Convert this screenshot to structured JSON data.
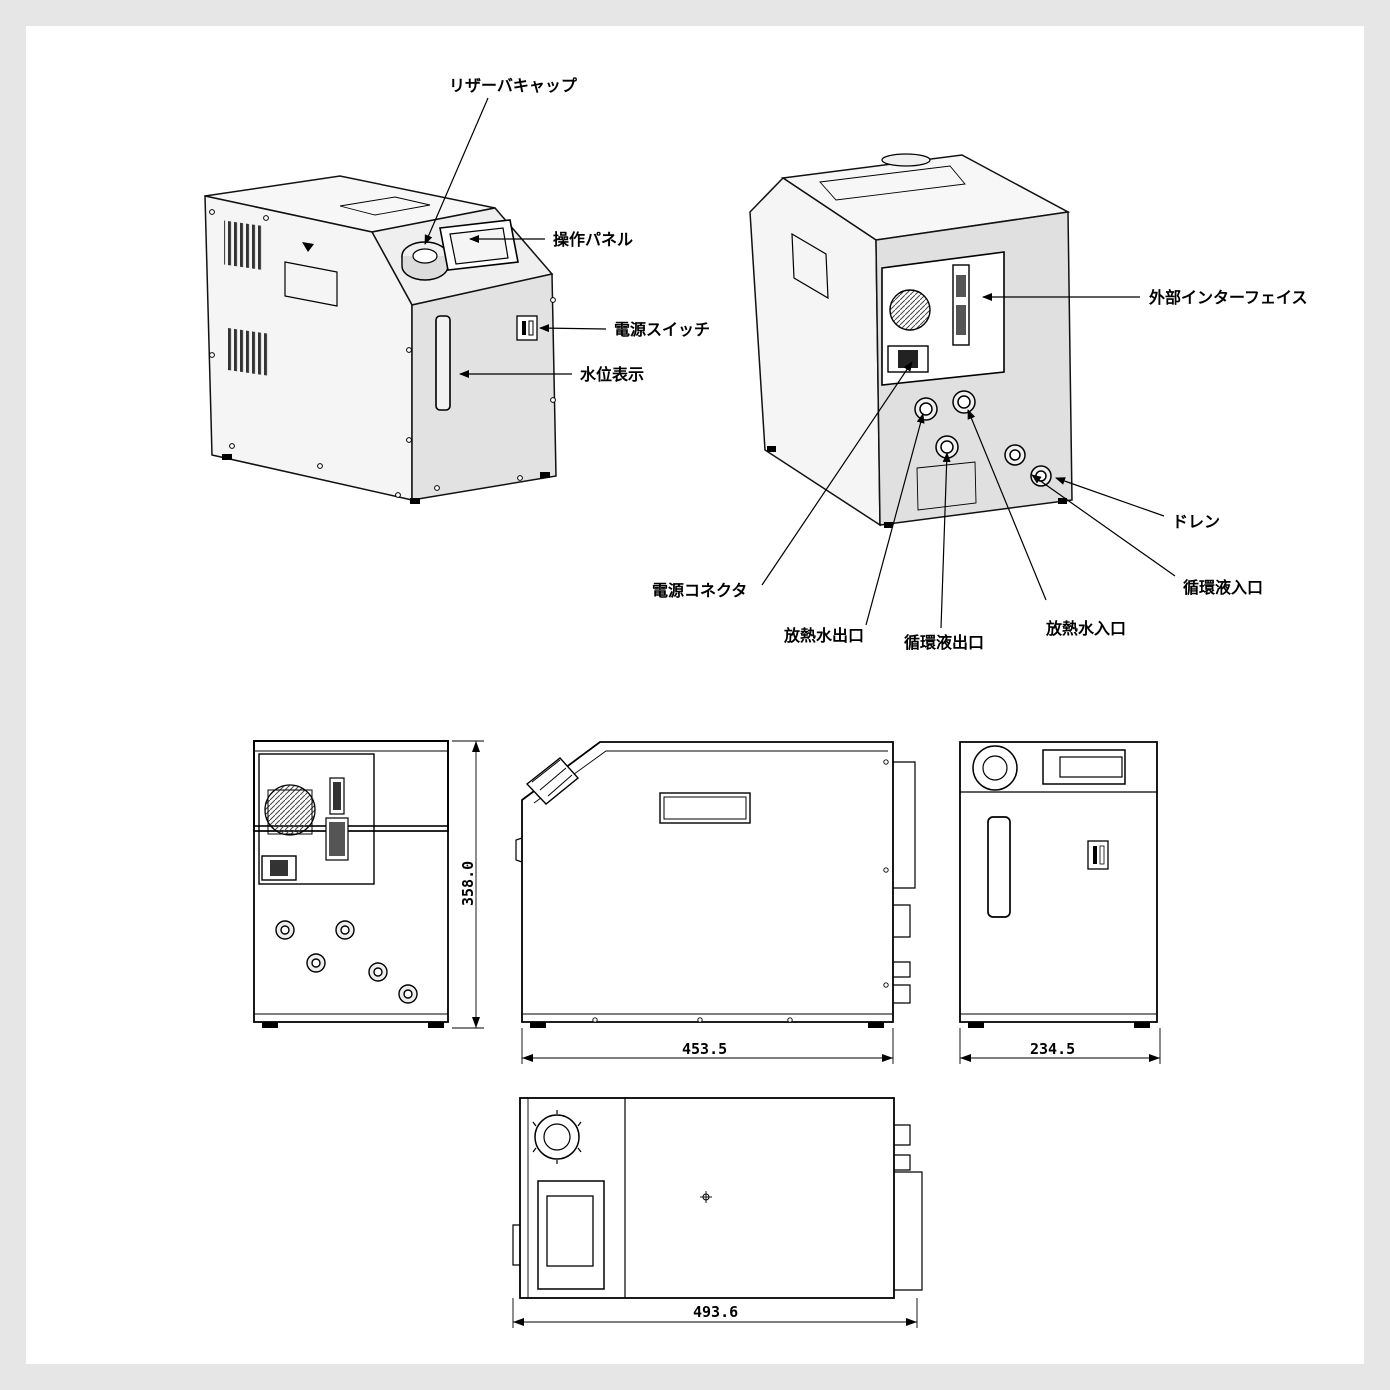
{
  "labels": {
    "reservoir_cap": "リザーバキャップ",
    "control_panel": "操作パネル",
    "power_switch": "電源スイッチ",
    "water_level": "水位表示",
    "external_interface": "外部インターフェイス",
    "drain": "ドレン",
    "coolant_inlet": "循環液入口",
    "power_connector": "電源コネクタ",
    "cooling_water_outlet": "放熱水出口",
    "coolant_outlet": "循環液出口",
    "cooling_water_inlet": "放熱水入口"
  },
  "dimensions": {
    "height": "358.0",
    "depth": "453.5",
    "width": "234.5",
    "top_length": "493.6"
  },
  "colors": {
    "page_background": "#e6e6e6",
    "sheet": "#ffffff",
    "body_side": "#f4f4f4",
    "body_front": "#e0e0e0",
    "line": "#000000"
  }
}
